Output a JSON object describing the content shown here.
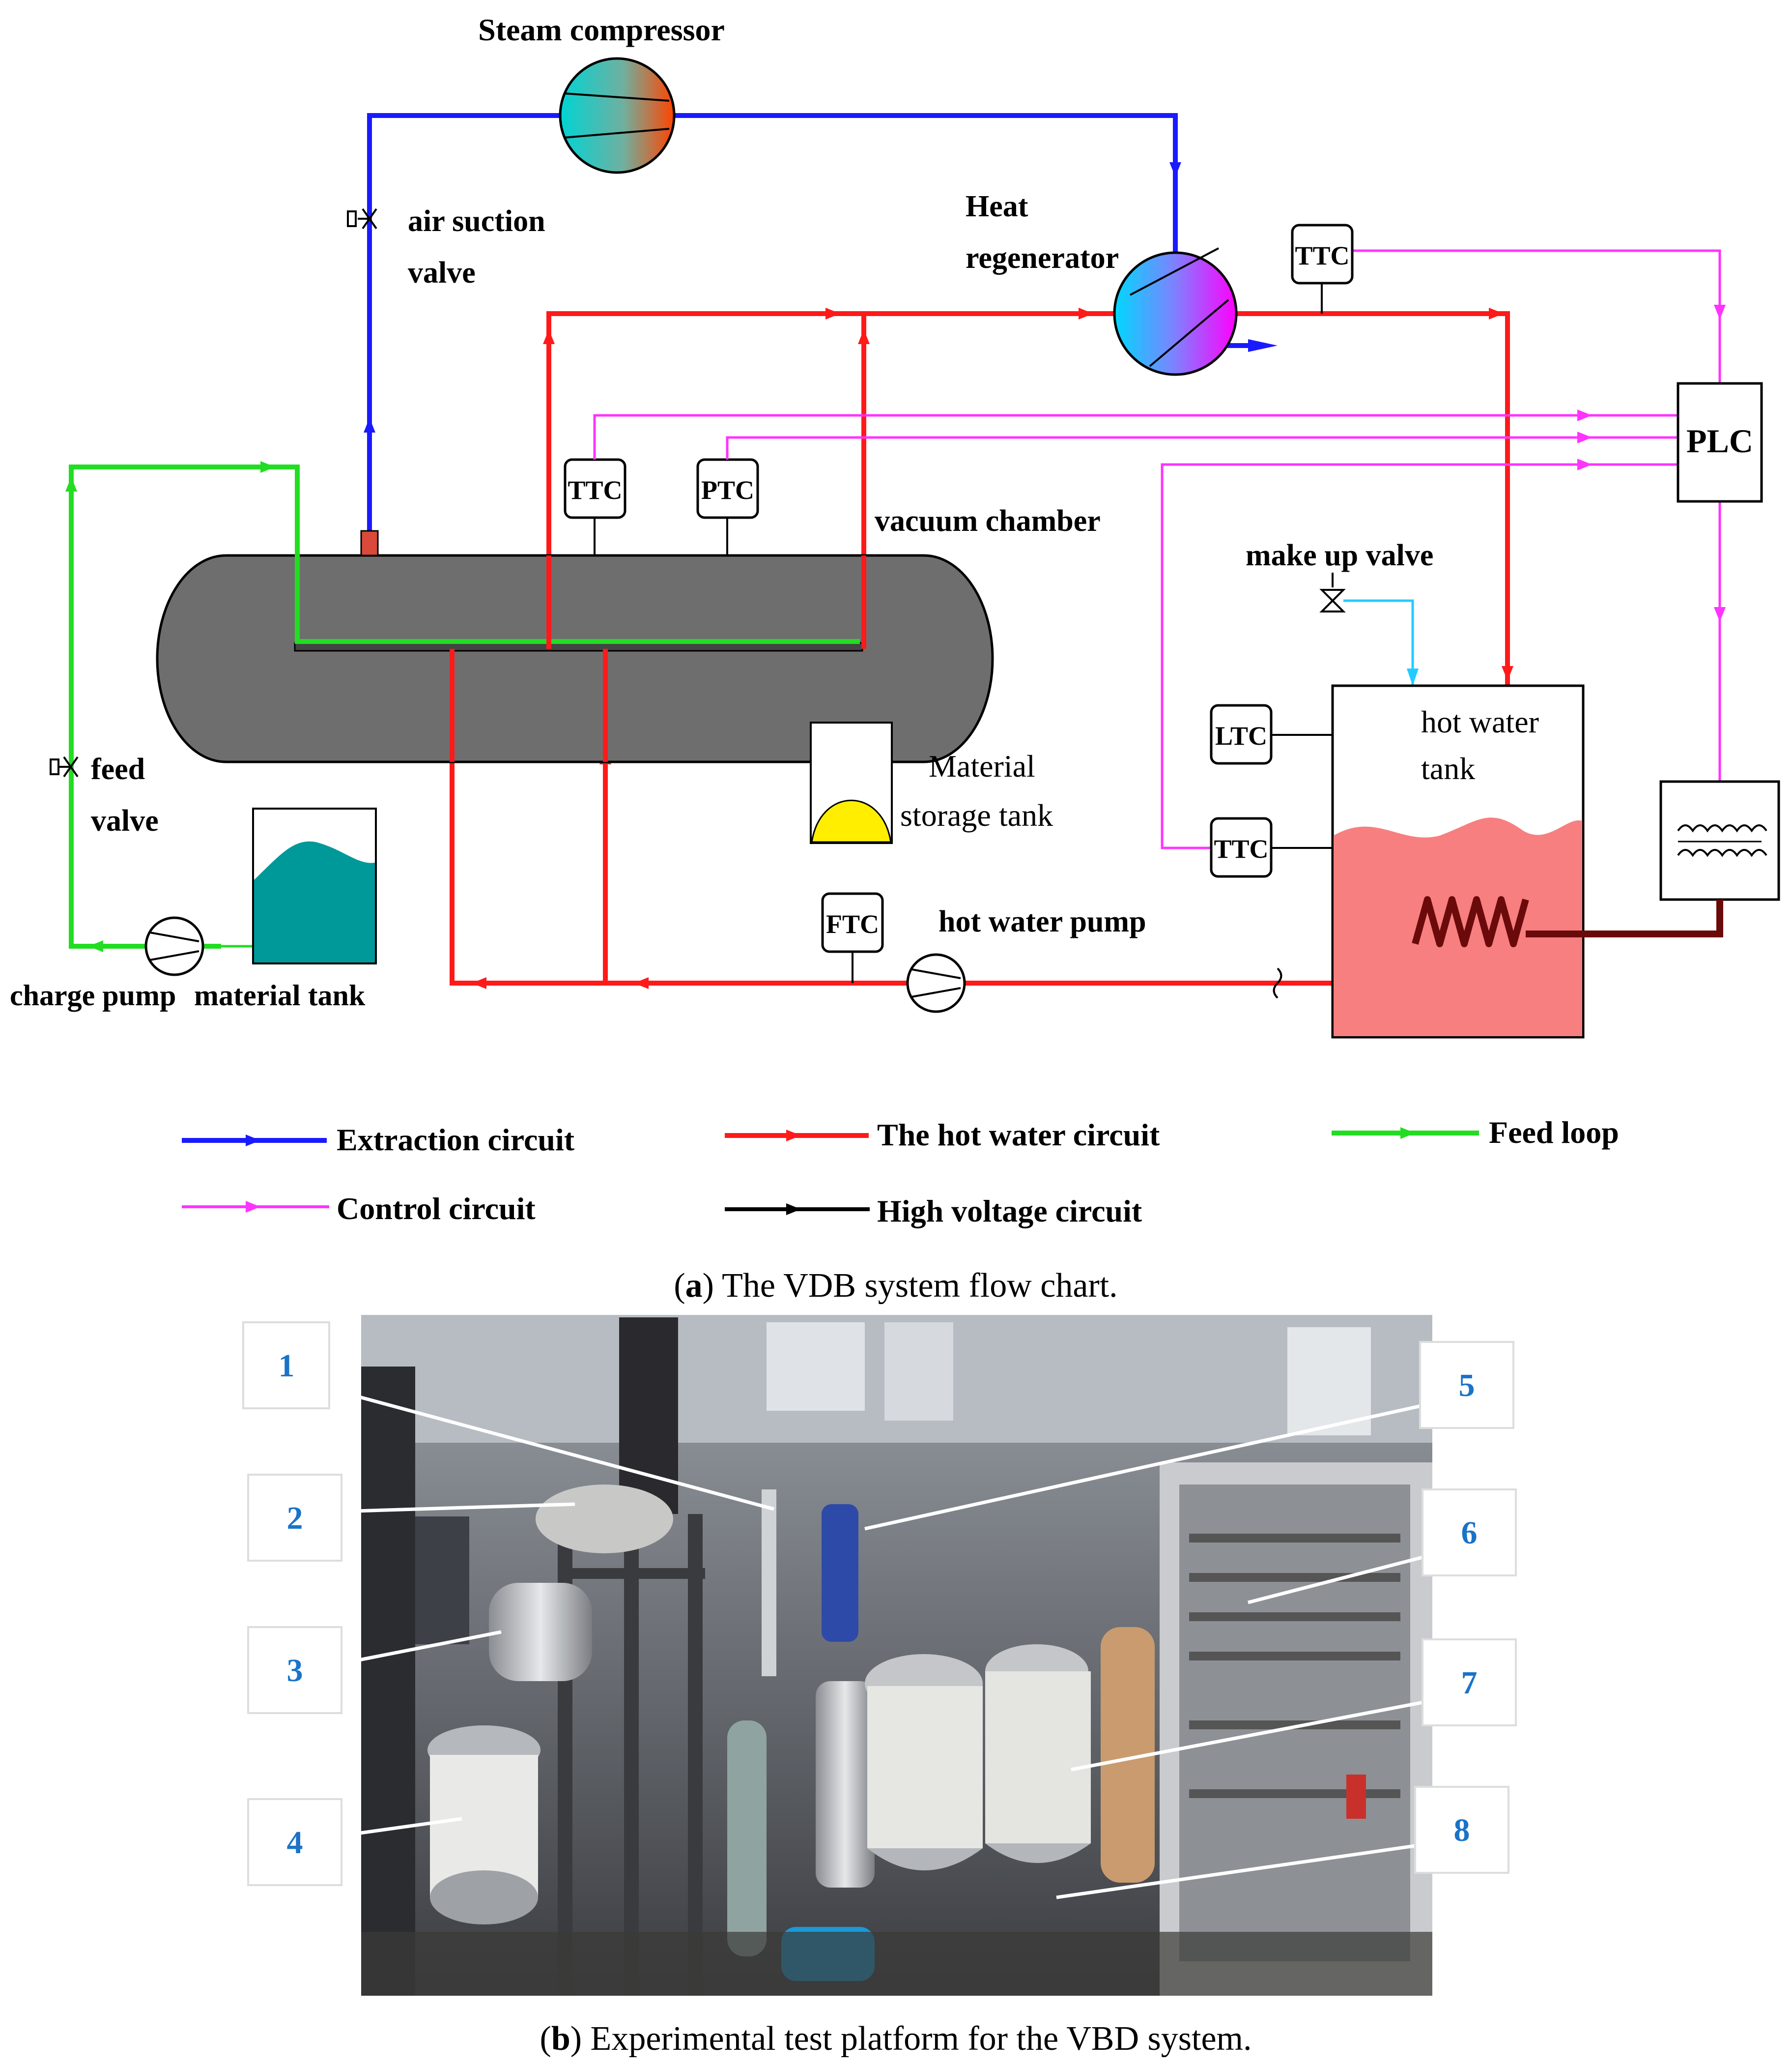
{
  "diagram": {
    "labels": {
      "steam_compressor": "Steam compressor",
      "air_suction_valve_1": "air suction",
      "air_suction_valve_2": "valve",
      "heat_regenerator_1": "Heat",
      "heat_regenerator_2": "regenerator",
      "plc": "PLC",
      "vacuum_chamber": "vacuum chamber",
      "make_up_valve": "make up valve",
      "hot_water_tank_1": "hot water",
      "hot_water_tank_2": "tank",
      "material_storage_tank_1": "Material",
      "material_storage_tank_2": "storage tank",
      "feed_valve_1": "feed",
      "feed_valve_2": "valve",
      "charge_pump": "charge pump",
      "material_tank": "material tank",
      "hot_water_pump": "hot water pump"
    },
    "sensors": {
      "ttc_vacuum": "TTC",
      "ptc_vacuum": "PTC",
      "ttc_regen": "TTC",
      "ltc_tank": "LTC",
      "ttc_tank": "TTC",
      "ftc_pump": "FTC"
    },
    "legend": [
      {
        "label": "Extraction circuit",
        "color": "#1a1aff"
      },
      {
        "label": "The hot water circuit",
        "color": "#ff1a1a"
      },
      {
        "label": "Feed loop",
        "color": "#22dd22"
      },
      {
        "label": "Control circuit",
        "color": "#ff33ff"
      },
      {
        "label": "High voltage circuit",
        "color": "#000000"
      }
    ],
    "caption_tag": "a",
    "caption_text": ") The VDB system flow chart."
  },
  "photo": {
    "callouts": [
      "1",
      "2",
      "3",
      "4",
      "5",
      "6",
      "7",
      "8"
    ],
    "caption_tag": "b",
    "caption_text": ") Experimental test platform for the VBD system.",
    "callout_color": "#1a73c8"
  },
  "colors": {
    "extraction": "#1a1aff",
    "hot_water": "#ff1a1a",
    "feed": "#22dd22",
    "control": "#ff33ff",
    "cyan": "#22ccff",
    "chamber": "#6e6e6e",
    "tank_water": "#f77f7f",
    "material": "#009999",
    "yellow": "#ffee00",
    "heater": "#6b0a0a"
  }
}
